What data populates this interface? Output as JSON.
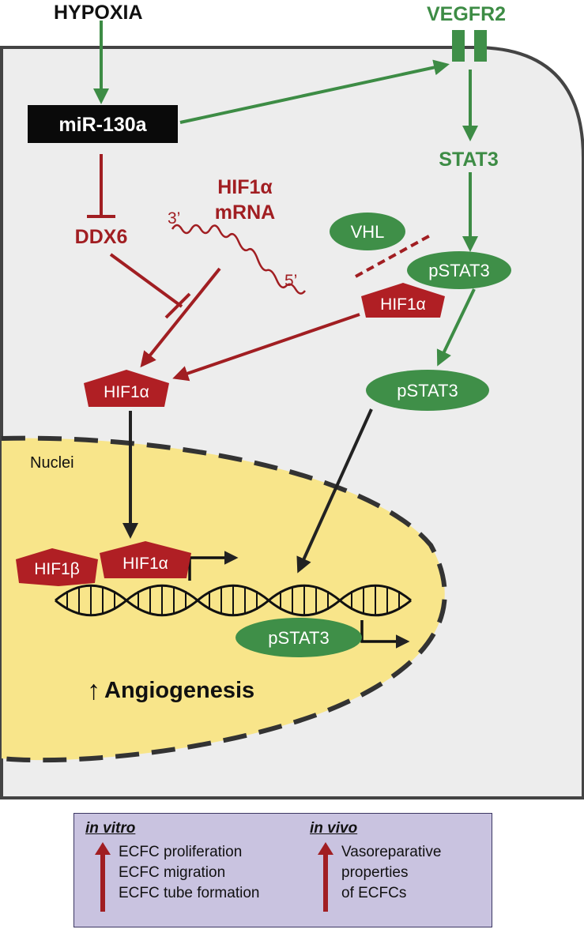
{
  "labels": {
    "hypoxia": "HYPOXIA",
    "vegfr2": "VEGFR2",
    "mir130a": "miR-130a",
    "stat3": "STAT3",
    "ddx6": "DDX6",
    "hif1a_mrna_line1": "HIF1α",
    "hif1a_mrna_line2": "mRNA",
    "three_prime": "3’",
    "five_prime": "5’",
    "vhl": "VHL",
    "pstat3_cyto": "pSTAT3",
    "hif1a_degraded": "HIF1α",
    "hif1a_cyto": "HIF1α",
    "pstat3_moving": "pSTAT3",
    "nuclei": "Nuclei",
    "hif1b": "HIF1β",
    "hif1a_nuclear": "HIF1α",
    "pstat3_nuclear": "pSTAT3",
    "angiogenesis_arrow": "↑",
    "angiogenesis": "Angiogenesis"
  },
  "legend": {
    "in_vitro": {
      "heading": "in vitro",
      "items": [
        "ECFC proliferation",
        "ECFC migration",
        "ECFC tube formation"
      ]
    },
    "in_vivo": {
      "heading": "in vivo",
      "items": [
        "Vasoreparative",
        "properties",
        "of ECFCs"
      ]
    }
  },
  "colors": {
    "green": "#3d8c45",
    "green_node": "#3f8f48",
    "red": "#a11e22",
    "red_node": "#b01f24",
    "cell_fill": "#ededed",
    "nucleus_fill": "#f8e58a",
    "legend_fill": "#c9c3e0",
    "black": "#111111"
  }
}
